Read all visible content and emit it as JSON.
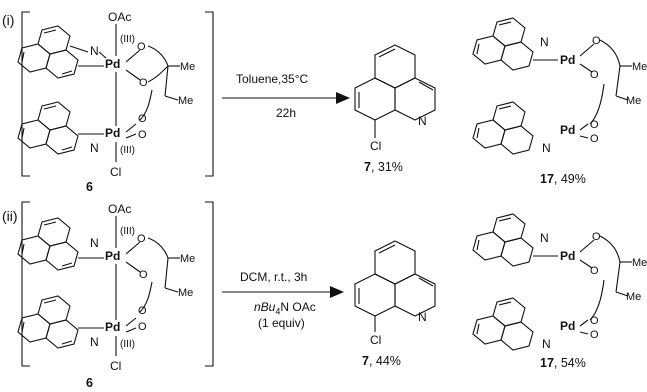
{
  "scheme_i": {
    "tag": "(i)",
    "conditions_top": "Toluene,35°C",
    "conditions_bottom": "22h",
    "reactant_label": "6",
    "product1_label": "7",
    "product1_yield": ", 31%",
    "product2_label": "17",
    "product2_yield": ", 49%",
    "oac": "OAc",
    "cl": "Cl",
    "ox_top": "(III)",
    "ox_bottom": "(III)"
  },
  "scheme_ii": {
    "tag": "(ii)",
    "conditions_top": "DCM, r.t., 3h",
    "additive_prefix": "nBu",
    "additive_sub": "4",
    "additive_suffix": "N OAc",
    "equiv": "(1 equiv)",
    "reactant_label": "6",
    "product1_label": "7",
    "product1_yield": ", 44%",
    "product2_label": "17",
    "product2_yield": ", 54%",
    "oac": "OAc",
    "cl": "Cl",
    "ox_top": "(III)",
    "ox_bottom": "(III)"
  },
  "atoms": {
    "N": "N",
    "Pd": "Pd",
    "O": "O",
    "Me": "Me",
    "Cl": "Cl"
  }
}
